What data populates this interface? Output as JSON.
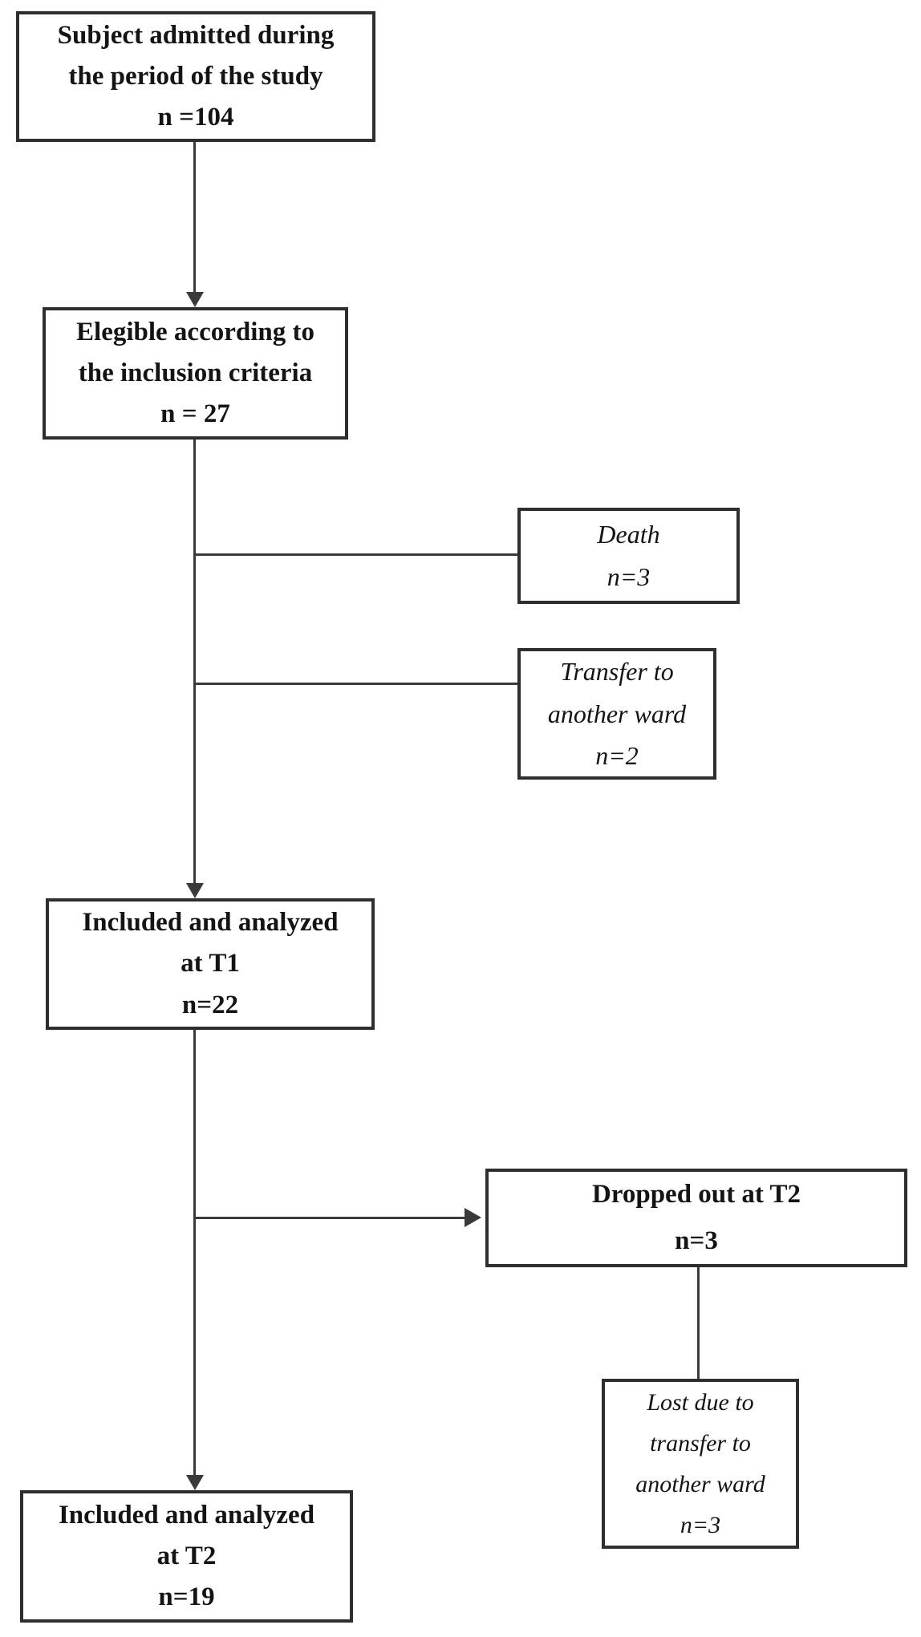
{
  "diagram": {
    "type": "flowchart",
    "description": "Study participant flow diagram",
    "colors": {
      "background": "#ffffff",
      "box_border": "#2e2e2e",
      "text": "#141414",
      "connector": "#3a3a3a"
    },
    "nodes": {
      "admitted": {
        "lines": [
          "Subject admitted during",
          "the period of the study",
          "n =104"
        ],
        "emphasis": "bold"
      },
      "eligible": {
        "lines": [
          "Elegible according to",
          "the inclusion criteria",
          "n = 27"
        ],
        "emphasis": "bold"
      },
      "death": {
        "lines": [
          "Death",
          "n=3"
        ],
        "emphasis": "italic"
      },
      "transfer": {
        "lines": [
          "Transfer to",
          "another ward",
          "n=2"
        ],
        "emphasis": "italic"
      },
      "analyzed_t1": {
        "lines": [
          "Included and analyzed",
          "at T1",
          "n=22"
        ],
        "emphasis": "bold"
      },
      "dropped_t2": {
        "lines": [
          "Dropped out at T2",
          "n=3"
        ],
        "emphasis": "bold"
      },
      "lost_transfer": {
        "lines": [
          "Lost due to",
          "transfer to",
          "another ward",
          "n=3"
        ],
        "emphasis": "italic"
      },
      "analyzed_t2": {
        "lines": [
          "Included and analyzed",
          "at T2",
          "n=19"
        ],
        "emphasis": "bold"
      }
    },
    "edges": [
      {
        "from": "admitted",
        "to": "eligible",
        "arrowhead": true
      },
      {
        "from": "eligible",
        "to": "analyzed_t1",
        "arrowhead": true
      },
      {
        "from": "eligible",
        "to": "death",
        "arrowhead": false
      },
      {
        "from": "eligible",
        "to": "transfer",
        "arrowhead": false
      },
      {
        "from": "analyzed_t1",
        "to": "dropped_t2",
        "arrowhead": true
      },
      {
        "from": "analyzed_t1",
        "to": "analyzed_t2",
        "arrowhead": true
      },
      {
        "from": "dropped_t2",
        "to": "lost_transfer",
        "arrowhead": false
      }
    ]
  }
}
